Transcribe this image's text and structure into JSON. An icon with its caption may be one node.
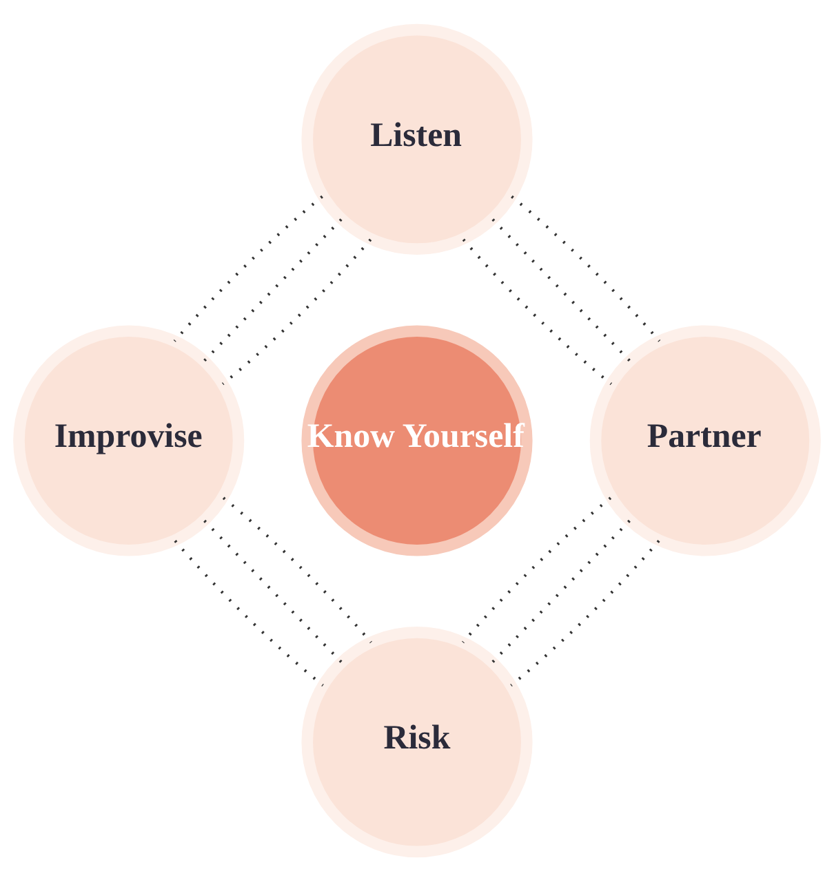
{
  "diagram": {
    "nodes": [
      {
        "text": [
          "Listen"
        ]
      },
      {
        "text": [
          "Improvise"
        ]
      },
      {
        "text": [
          "Know Yourself"
        ]
      },
      {
        "text": [
          "Partner"
        ]
      },
      {
        "text": [
          "Risk"
        ]
      }
    ],
    "edges": [
      {
        "from": 0,
        "to": 1,
        "arrow": "none",
        "style": "dashed"
      },
      {
        "from": 0,
        "to": 1,
        "arrow": "none",
        "style": "dashed"
      },
      {
        "from": 0,
        "to": 1,
        "arrow": "none",
        "style": "dashed"
      },
      {
        "from": 0,
        "to": 3,
        "arrow": "none",
        "style": "dashed"
      },
      {
        "from": 0,
        "to": 3,
        "arrow": "none",
        "style": "dashed"
      },
      {
        "from": 0,
        "to": 3,
        "arrow": "none",
        "style": "dashed"
      },
      {
        "from": 1,
        "to": 4,
        "arrow": "none",
        "style": "dashed"
      },
      {
        "from": 1,
        "to": 4,
        "arrow": "none",
        "style": "dashed"
      },
      {
        "from": 1,
        "to": 4,
        "arrow": "none",
        "style": "dashed"
      },
      {
        "from": 3,
        "to": 4,
        "arrow": "none",
        "style": "dashed"
      },
      {
        "from": 3,
        "to": 4,
        "arrow": "none",
        "style": "dashed"
      },
      {
        "from": 3,
        "to": 4,
        "arrow": "none",
        "style": "dashed"
      }
    ]
  }
}
